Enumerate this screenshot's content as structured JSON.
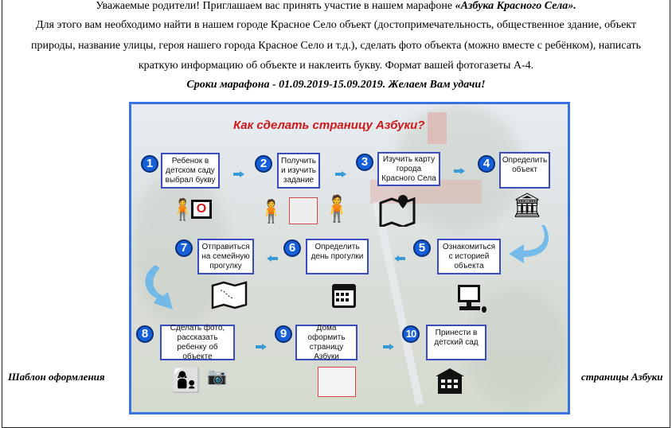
{
  "intro": {
    "line1_plain": "Уважаемые родители! Приглашаем вас принять участие в нашем марафоне ",
    "line1_em": "«Азбука Красного Села».",
    "line2": "Для этого вам необходимо найти в нашем городе Красное Село объект (достопримечательность,  общественное здание, объект",
    "line3": "природы, название улицы, героя нашего города Красное Село и т.д.), сделать фото объекта (можно вместе с ребёнком), написать",
    "line4": "краткую информацию  об объекте и наклеить букву. Формат вашей фотогазеты А-4.",
    "line5": "Сроки марафона -  01.09.2019-15.09.2019. Желаем Вам удачи!"
  },
  "side_left": "Шаблон  оформления",
  "side_right": "страницы Азбуки",
  "infographic": {
    "title": "Как сделать страницу Азбуки?",
    "letter": "О",
    "steps": [
      {
        "n": "1",
        "text": "Ребенок в детском саду выбрал букву"
      },
      {
        "n": "2",
        "text": "Получить и изучить задание"
      },
      {
        "n": "3",
        "text": "Изучить карту города Красного Села"
      },
      {
        "n": "4",
        "text": "Определить объект"
      },
      {
        "n": "5",
        "text": "Ознакомиться с историей объекта"
      },
      {
        "n": "6",
        "text": "Определить день прогулки"
      },
      {
        "n": "7",
        "text": "Отправиться на семейную прогулку"
      },
      {
        "n": "8",
        "text": "Сделать фото, рассказать ребенку об объекте"
      },
      {
        "n": "9",
        "text": "Дома оформить страницу Азбуки"
      },
      {
        "n": "10",
        "text": "Принести в детский сад"
      }
    ]
  },
  "colors": {
    "frame": "#3b72e3",
    "title": "#d01818",
    "badge": "#1560d8",
    "box_border": "#3a4cc0"
  }
}
